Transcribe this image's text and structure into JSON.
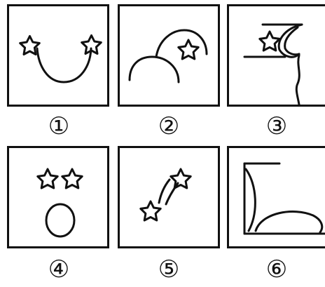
{
  "panels": [
    {
      "label": "①"
    },
    {
      "label": "②"
    },
    {
      "label": "③"
    },
    {
      "label": "④"
    },
    {
      "label": "⑤"
    },
    {
      "label": "⑥"
    }
  ],
  "colors": {
    "ink": "#111111",
    "background": "#ffffff"
  }
}
